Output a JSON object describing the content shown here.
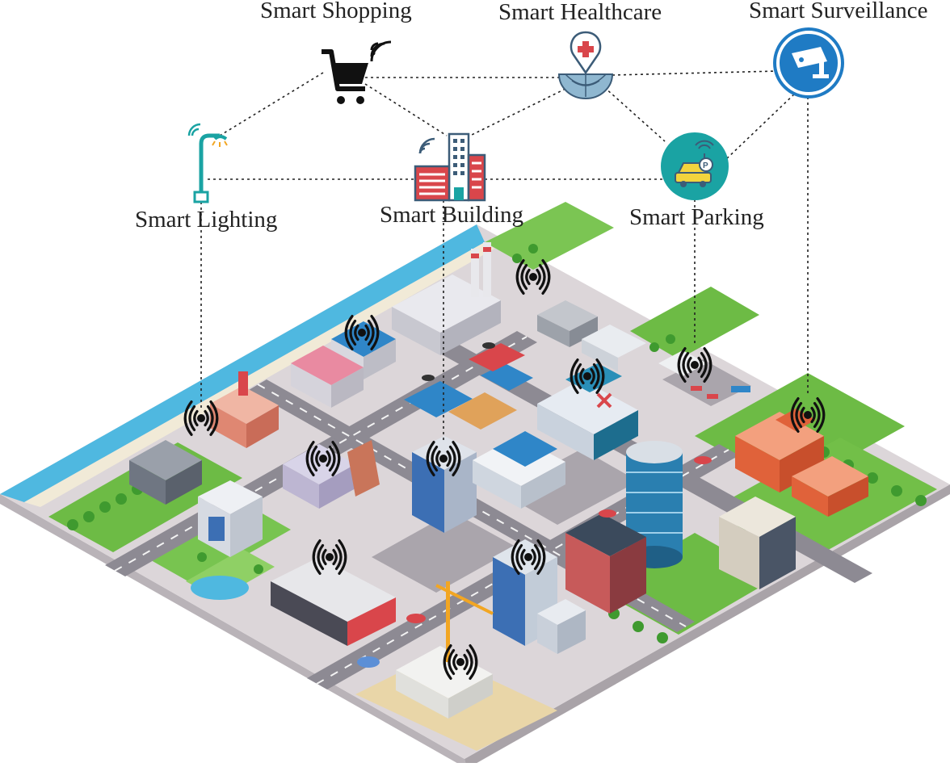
{
  "labels": {
    "shopping": "Smart Shopping",
    "healthcare": "Smart Healthcare",
    "surveillance": "Smart Surveillance",
    "lighting": "Smart Lighting",
    "building": "Smart Building",
    "parking": "Smart Parking"
  },
  "icons": {
    "shopping": "shopping-cart-wifi-icon",
    "healthcare": "hospital-location-pin-icon",
    "surveillance": "security-camera-icon",
    "lighting": "street-lamp-icon",
    "building": "office-building-wifi-icon",
    "parking": "car-parking-icon"
  },
  "colors": {
    "ocean": "#4fb8e0",
    "ground": "#d9d3d6",
    "grass": "#6dbb45",
    "road": "#8d8a93",
    "teal": "#1aa3a3",
    "blue_badge": "#1f7bc4",
    "building_red": "#d9464b",
    "orange_building": "#e0623a"
  },
  "city": {
    "description_icon": "isometric-smart-city-illustration",
    "sensor_icon": "wireless-signal-sensor-icon"
  }
}
